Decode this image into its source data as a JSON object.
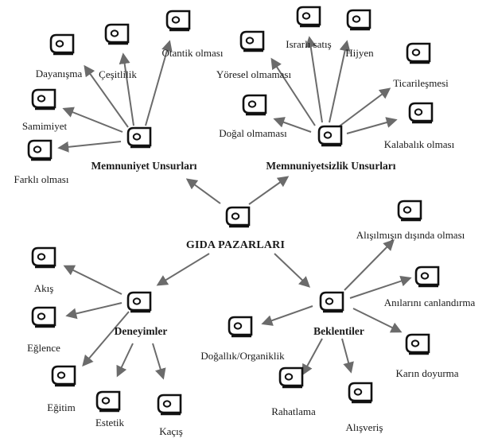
{
  "root": {
    "id": "root",
    "label": "GIDA PAZARLARI",
    "icon": "code-node-icon"
  },
  "hubs": [
    {
      "id": "hub1",
      "label": "Memnuniyet Unsurları",
      "icon": "code-node-icon"
    },
    {
      "id": "hub2",
      "label": "Memnuniyetsizlik Unsurları",
      "icon": "code-node-icon"
    },
    {
      "id": "hub3",
      "label": "Deneyimler",
      "icon": "code-node-icon"
    },
    {
      "id": "hub4",
      "label": "Beklentiler",
      "icon": "code-node-icon"
    }
  ],
  "leaves": [
    {
      "id": "l1",
      "hub": "hub1",
      "label": "Çeşitlilik"
    },
    {
      "id": "l2",
      "hub": "hub1",
      "label": "Otantik olması"
    },
    {
      "id": "l3",
      "hub": "hub1",
      "label": "Dayanışma"
    },
    {
      "id": "l4",
      "hub": "hub1",
      "label": "Samimiyet"
    },
    {
      "id": "l5",
      "hub": "hub1",
      "label": "Farklı olması"
    },
    {
      "id": "l6",
      "hub": "hub2",
      "label": "Israrlı satış"
    },
    {
      "id": "l7",
      "hub": "hub2",
      "label": "Hijyen"
    },
    {
      "id": "l8",
      "hub": "hub2",
      "label": "Yöresel olmaması"
    },
    {
      "id": "l9",
      "hub": "hub2",
      "label": "Ticarileşmesi"
    },
    {
      "id": "l10",
      "hub": "hub2",
      "label": "Doğal olmaması"
    },
    {
      "id": "l11",
      "hub": "hub2",
      "label": "Kalabalık olması"
    },
    {
      "id": "l12",
      "hub": "hub3",
      "label": "Akış"
    },
    {
      "id": "l13",
      "hub": "hub3",
      "label": "Eğlence"
    },
    {
      "id": "l14",
      "hub": "hub3",
      "label": "Eğitim"
    },
    {
      "id": "l15",
      "hub": "hub3",
      "label": "Estetik"
    },
    {
      "id": "l16",
      "hub": "hub3",
      "label": "Kaçış"
    },
    {
      "id": "l17",
      "hub": "hub4",
      "label": "Alışılmışın dışında olması"
    },
    {
      "id": "l18",
      "hub": "hub4",
      "label": "Anılarını canlandırma"
    },
    {
      "id": "l19",
      "hub": "hub4",
      "label": "Doğallık/Organiklik"
    },
    {
      "id": "l20",
      "hub": "hub4",
      "label": "Karın doyurma"
    },
    {
      "id": "l21",
      "hub": "hub4",
      "label": "Rahatlama"
    },
    {
      "id": "l22",
      "hub": "hub4",
      "label": "Alışveriş"
    }
  ],
  "colors": {
    "arrow": "#6b6b6b",
    "icon_stroke": "#111111",
    "text": "#1a1a1a",
    "background": "#ffffff"
  }
}
